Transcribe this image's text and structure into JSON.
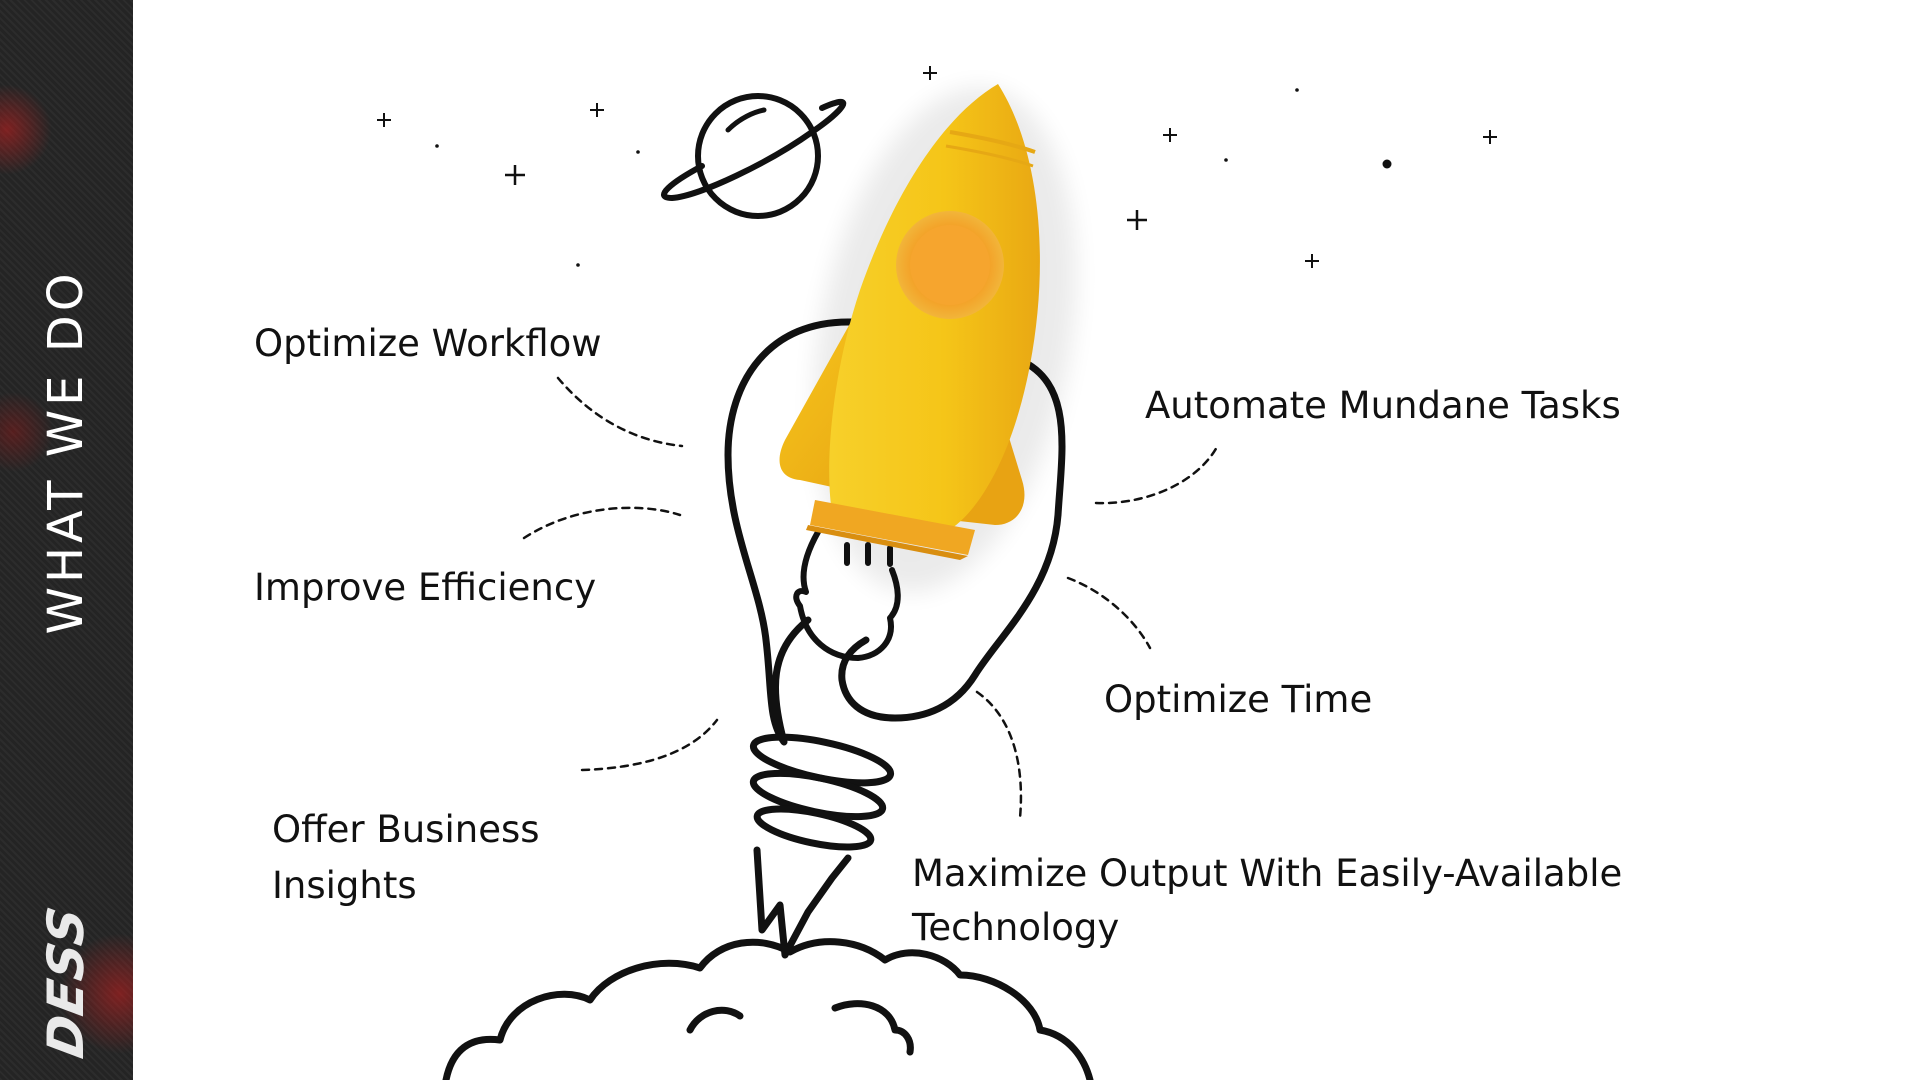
{
  "sidebar": {
    "title": "WHAT WE DO",
    "logo": "DESS"
  },
  "services": [
    {
      "label": "Optimize Workflow"
    },
    {
      "label": "Improve Efficiency"
    },
    {
      "label": "Offer Business"
    },
    {
      "label": "Insights"
    },
    {
      "label": "Automate Mundane Tasks"
    },
    {
      "label": "Optimize Time"
    },
    {
      "label": "Maximize Output With Easily-Available"
    },
    {
      "label": "Technology"
    }
  ],
  "illustration": {
    "subject": "rocket launching from lightbulb",
    "rocket_color": "#F5C518",
    "window_color": "#F4A62A",
    "line_color": "#111111"
  },
  "colors": {
    "sidebar_bg": "#262626",
    "sidebar_accent": "#C81E1E",
    "text": "#111111",
    "background": "#FFFFFF"
  }
}
